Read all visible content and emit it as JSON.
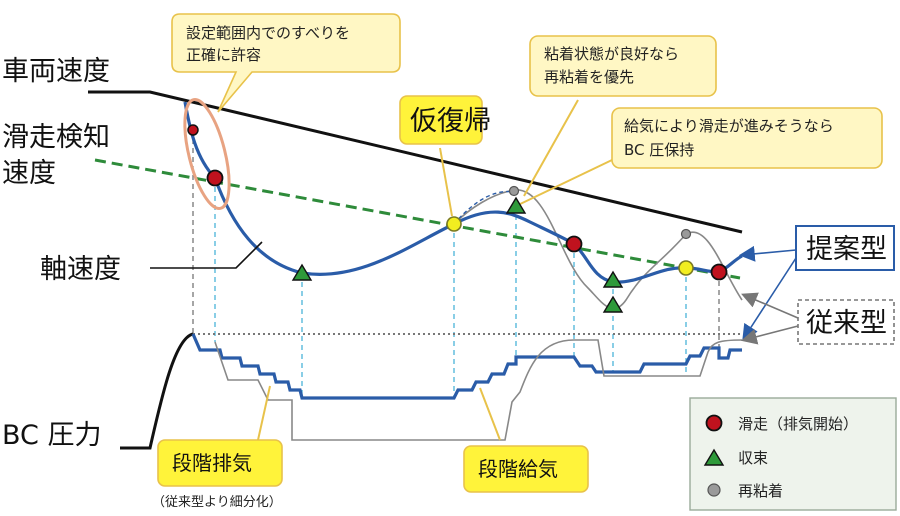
{
  "labels": {
    "vehicle_speed": "車両速度",
    "slip_detect_line1": "滑走検知",
    "slip_detect_line2": "速度",
    "axle_speed": "軸速度",
    "bc_pressure": "BC 圧力",
    "provisional_recovery": "仮復帰",
    "proposed": "提案型",
    "conventional": "従来型",
    "stepped_exhaust": "段階排気",
    "stepped_exhaust_note": "（従来型より細分化）",
    "stepped_supply": "段階給気"
  },
  "callouts": {
    "c1_line1": "設定範囲内でのすべりを",
    "c1_line2": "正確に許容",
    "c2_line1": "粘着状態が良好なら",
    "c2_line2": "再粘着を優先",
    "c3_line1": "給気により滑走が進みそうなら",
    "c3_line2": "BC 圧保持"
  },
  "legend": {
    "slip": "滑走（排気開始）",
    "converge": "収束",
    "readhesion": "再粘着"
  },
  "colors": {
    "vehicle_speed": "#111111",
    "slip_detect": "#2e8b3a",
    "axle_proposed": "#2a5ca8",
    "conventional": "#888888",
    "callout_fill": "#fff7c4",
    "callout_border": "#e8c24a",
    "box_fill": "#fff33a",
    "slip_marker": "#c0121e",
    "converge_marker": "#2e9a3a",
    "recovery_marker": "#f2ee20",
    "readhesion_marker": "#9a9a9a",
    "legend_bg": "#eef3ec"
  }
}
